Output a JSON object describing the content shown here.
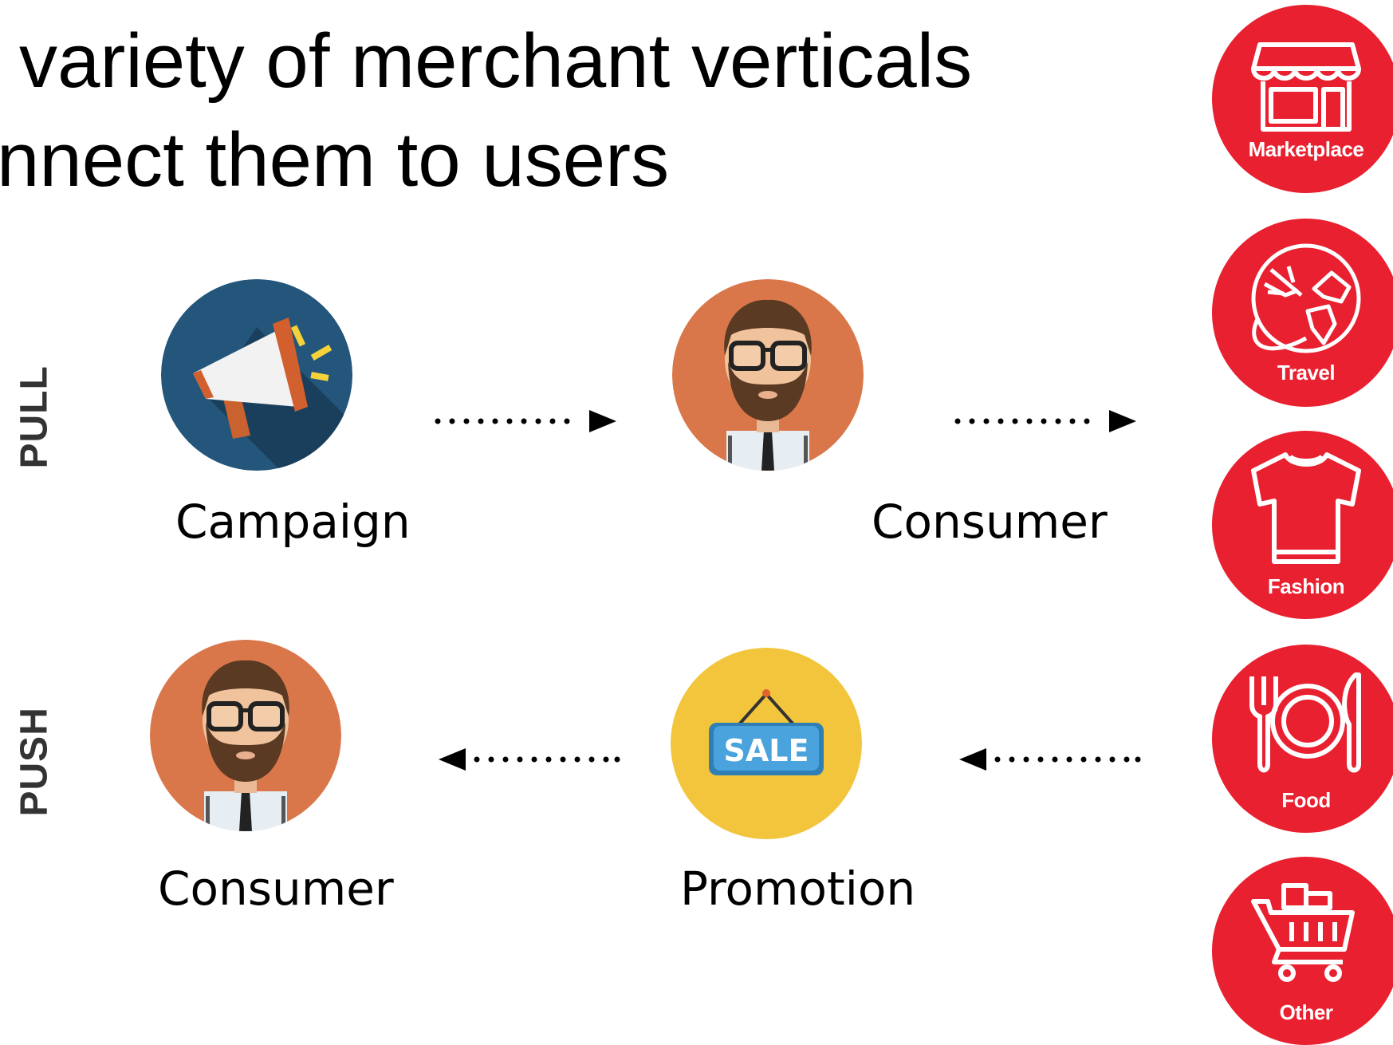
{
  "title": {
    "line1": "variety of merchant verticals",
    "line2": "nnect them to users"
  },
  "rows": {
    "pull": {
      "label": "PULL",
      "source_label": "Campaign",
      "target_label": "Consumer"
    },
    "push": {
      "label": "PUSH",
      "target_label": "Consumer",
      "source_label": "Promotion",
      "sign_text": "SALE"
    }
  },
  "verticals": [
    {
      "label": "Marketplace",
      "icon": "storefront-icon"
    },
    {
      "label": "Travel",
      "icon": "globe-plane-icon"
    },
    {
      "label": "Fashion",
      "icon": "tshirt-icon"
    },
    {
      "label": "Food",
      "icon": "plate-cutlery-icon"
    },
    {
      "label": "Other",
      "icon": "shopping-cart-icon"
    }
  ],
  "colors": {
    "vertical_red": "#e8202f",
    "campaign_bg": "#23567a",
    "consumer_bg": "#d9774a",
    "promotion_bg": "#f2c53d",
    "sale_sign": "#3f9bd6"
  }
}
